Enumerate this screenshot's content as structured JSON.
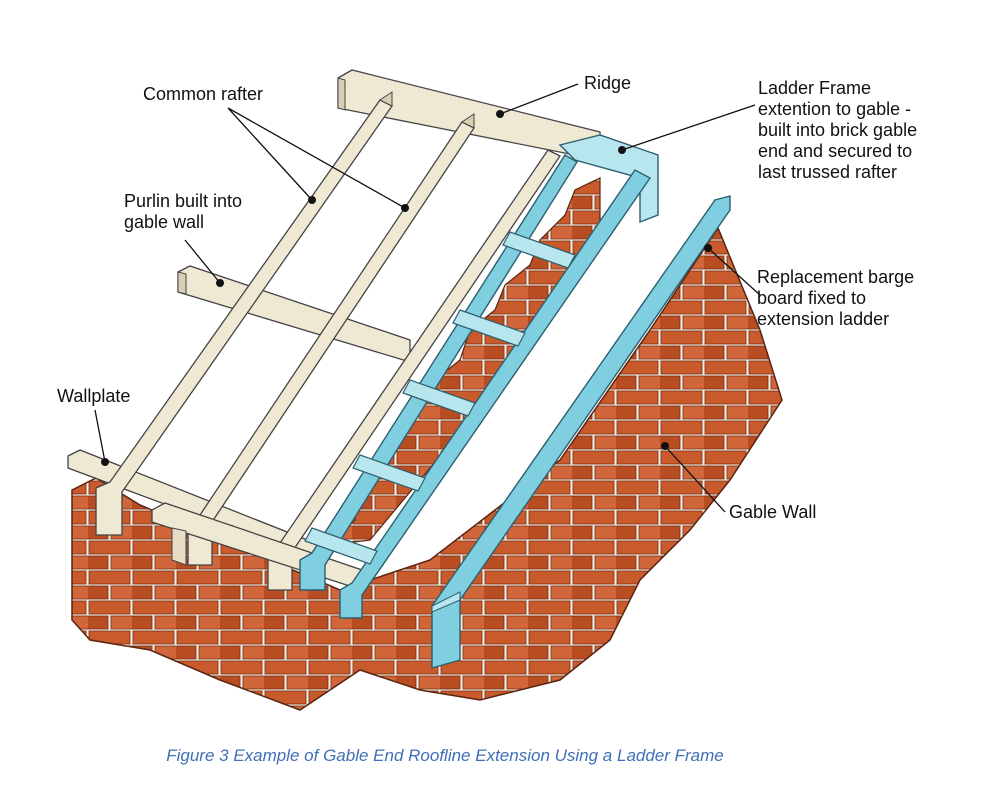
{
  "labels": {
    "common_rafter": "Common rafter",
    "ridge": "Ridge",
    "ladder_frame": "Ladder Frame\nextention to gable -\nbuilt into brick gable\nend and secured to\nlast trussed rafter",
    "purlin": "Purlin built into\ngable wall",
    "barge_board": "Replacement barge\nboard fixed to\nextension ladder",
    "wallplate": "Wallplate",
    "gable_wall": "Gable Wall"
  },
  "caption": "Figure 3 Example of Gable End Roofline Extension Using a Ladder Frame",
  "colors": {
    "timber": "#efe9d4",
    "timber_side": "#d9d0b3",
    "brick": "#c85a2c",
    "brick_dark": "#a8431c",
    "mortar": "#f3ede3",
    "ladder_blue": "#7fcfe0",
    "ladder_light": "#b8e6ef",
    "caption_blue": "#3f6fb6"
  }
}
